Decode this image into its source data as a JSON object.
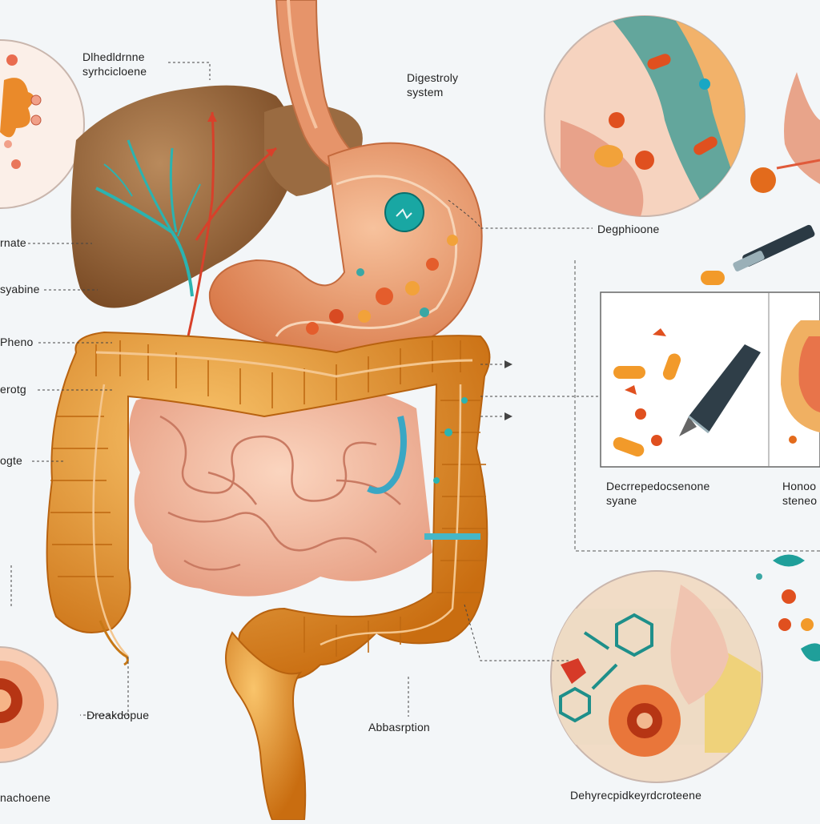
{
  "labels": {
    "top_left_title": "Dlhedldrnne\nsyrhcicloene",
    "top_center_title": "Digestroly\nsystem",
    "left_1": "rnate",
    "left_2": "syabine",
    "left_3": "Pheno",
    "left_4": "erotg",
    "left_5": "ogte",
    "bottom_left_mid": "Dreakdopue",
    "bottom_left": "nachoene",
    "center_bottom": "Abbasrption",
    "right_upper": "Degphioone",
    "panel_left": "Decrrepedocsenone\nsyane",
    "panel_right": "Honoo\nsteneo",
    "right_bottom": "Dehyrecpidkeyrdcroteene"
  },
  "colors": {
    "background": "#f3f6f8",
    "liver": "#8f5d32",
    "stomach": "#e99a6c",
    "colon": "#e0901f",
    "small_intestine": "#f2b79a",
    "vessel_teal": "#2bb3b0",
    "vessel_red": "#d8402a"
  }
}
